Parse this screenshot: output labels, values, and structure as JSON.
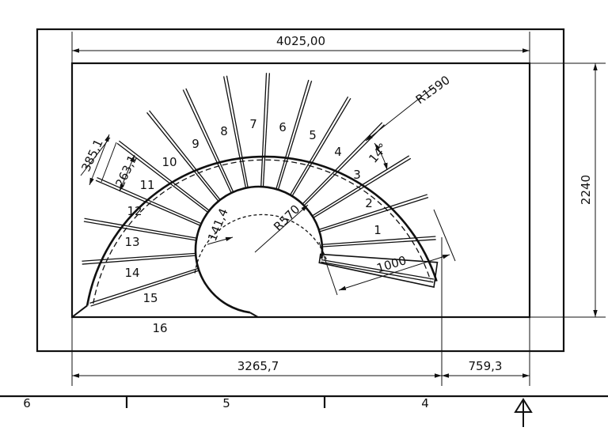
{
  "dimensions": {
    "overall_width": "4025,00",
    "height": "2240",
    "left_width": "3265,7",
    "right_width": "759,3",
    "outer_radius": "R1590",
    "inner_radius": "R570",
    "step_length": "1000",
    "tread_outer": "385,1",
    "tread_mid": "263,1",
    "tread_inner": "141,4",
    "angle": "14°"
  },
  "steps": [
    "1",
    "2",
    "3",
    "4",
    "5",
    "6",
    "7",
    "8",
    "9",
    "10",
    "11",
    "12",
    "13",
    "14",
    "15",
    "16"
  ],
  "axis_labels": [
    "6",
    "5",
    "4"
  ]
}
